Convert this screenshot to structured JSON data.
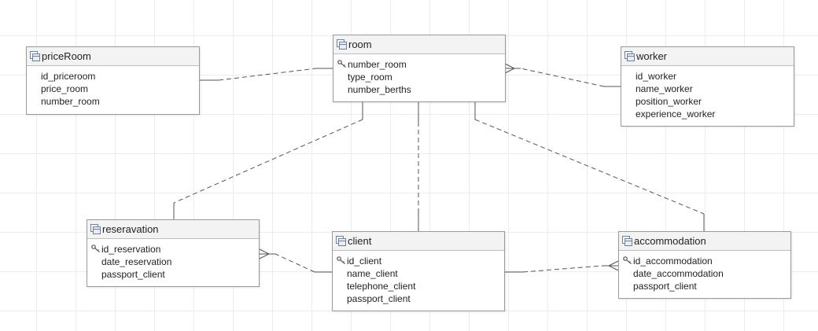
{
  "entities": {
    "priceRoom": {
      "title": "priceRoom",
      "attributes": [
        {
          "name": "id_priceroom"
        },
        {
          "name": "price_room"
        },
        {
          "name": "number_room"
        }
      ]
    },
    "room": {
      "title": "room",
      "attributes": [
        {
          "name": "number_room",
          "key": true
        },
        {
          "name": "type_room"
        },
        {
          "name": "number_berths"
        }
      ]
    },
    "worker": {
      "title": "worker",
      "attributes": [
        {
          "name": "id_worker"
        },
        {
          "name": "name_worker"
        },
        {
          "name": "position_worker"
        },
        {
          "name": "experience_worker"
        }
      ]
    },
    "reservation": {
      "title": "reseravation",
      "attributes": [
        {
          "name": "id_reservation",
          "key": true
        },
        {
          "name": "date_reservation"
        },
        {
          "name": "passport_client"
        }
      ]
    },
    "client": {
      "title": "client",
      "attributes": [
        {
          "name": "id_client",
          "key": true
        },
        {
          "name": "name_client"
        },
        {
          "name": "telephone_client"
        },
        {
          "name": "passport_client"
        }
      ]
    },
    "accommodation": {
      "title": "accommodation",
      "attributes": [
        {
          "name": "id_accommodation",
          "key": true
        },
        {
          "name": "date_accommodation"
        },
        {
          "name": "passport_client"
        }
      ]
    }
  },
  "relationships": [
    {
      "from": "priceRoom",
      "to": "room",
      "to_end": "one"
    },
    {
      "from": "worker",
      "to": "room",
      "to_end": "many"
    },
    {
      "from": "room",
      "to": "reservation",
      "to_end": "one"
    },
    {
      "from": "room",
      "to": "client",
      "to_end": "one"
    },
    {
      "from": "room",
      "to": "accommodation",
      "to_end": "one"
    },
    {
      "from": "client",
      "to": "reservation",
      "to_end": "many"
    },
    {
      "from": "client",
      "to": "accommodation",
      "to_end": "many"
    }
  ],
  "icons": {
    "table": "table-icon",
    "key": "key-icon"
  },
  "colors": {
    "border": "#9a9a9a",
    "header": "#f3f3f3",
    "line": "#555555",
    "grid": "#ececec"
  }
}
